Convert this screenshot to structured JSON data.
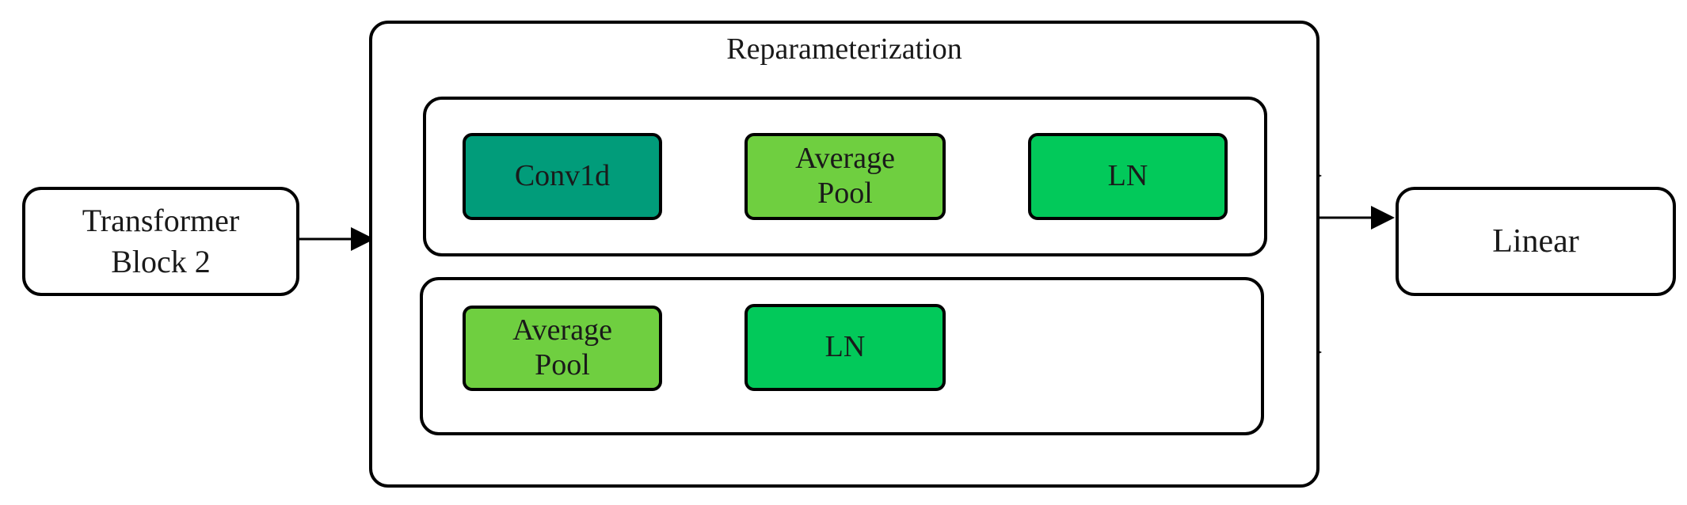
{
  "diagram": {
    "input_label": "Transformer\nBlock 2",
    "reparam_title": "Reparameterization",
    "branch1": {
      "conv": "Conv1d",
      "pool": "Average\nPool",
      "ln": "LN"
    },
    "branch2": {
      "pool": "Average\nPool",
      "ln": "LN"
    },
    "output_label": "Linear"
  },
  "colors": {
    "conv": "#019c7a",
    "pool": "#6fcf40",
    "ln": "#02c95a",
    "stroke": "#000000"
  }
}
